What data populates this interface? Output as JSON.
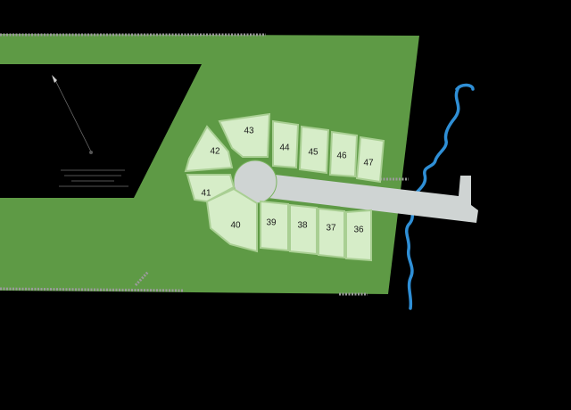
{
  "colors": {
    "background": "#000000",
    "parcel": "#5e9a45",
    "parcel_edge": "#7ab35f",
    "lot_fill": "#d6edc8",
    "lot_border": "#a9cf93",
    "road": "#cfd4d3",
    "creek": "#2f8fd6",
    "fence": "#9b9b9b"
  },
  "lots": [
    {
      "number": "36"
    },
    {
      "number": "37"
    },
    {
      "number": "38"
    },
    {
      "number": "39"
    },
    {
      "number": "40"
    },
    {
      "number": "41"
    },
    {
      "number": "42"
    },
    {
      "number": "43"
    },
    {
      "number": "44"
    },
    {
      "number": "45"
    },
    {
      "number": "46"
    },
    {
      "number": "47"
    }
  ],
  "icons": {
    "north_arrow": "north-arrow-icon",
    "creek": "creek-line",
    "fence": "fence-line"
  }
}
